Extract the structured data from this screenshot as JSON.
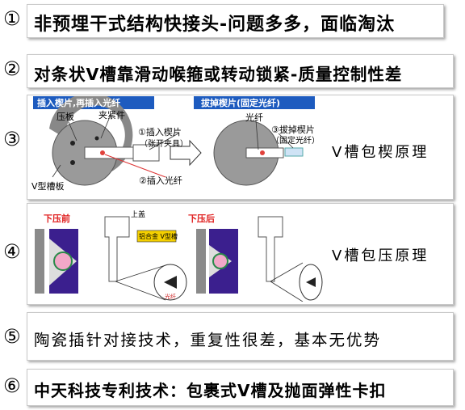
{
  "rows": [
    {
      "num": "①",
      "text": "非预埋干式结构快接头-问题多多，面临淘汰"
    },
    {
      "num": "②",
      "text": "对条状V槽靠滑动喉箍或转动锁紧-质量控制性差"
    },
    {
      "num": "③",
      "label": "V槽包楔原理"
    },
    {
      "num": "④",
      "label": "V槽包压原理"
    },
    {
      "num": "⑤",
      "text": "陶瓷插针对接技术，重复性很差，基本无优势"
    },
    {
      "num": "⑥",
      "text": "中天科技专利技术：包裹式V槽及抛面弹性卡扣"
    }
  ],
  "fig3": {
    "banner_left": "插入楔片,再插入光纤",
    "banner_right": "拔掉楔片(固定光纤)",
    "callouts": {
      "yaban": "压板",
      "jiajinjian": "夹紧件",
      "insert_wedge": "①插入楔片",
      "insert_wedge_sub": "（张开夹具）",
      "insert_fiber": "②插入光纤",
      "vboard": "V型槽板",
      "fiber": "光纤",
      "pull_wedge": "③拔掉楔片",
      "pull_wedge_sub": "（固定光纤）"
    }
  },
  "fig4": {
    "before": "下压前",
    "after": "下压后",
    "top_cover": "上盖",
    "alloy": "铝合金 V型槽",
    "fiber": "光纤"
  }
}
